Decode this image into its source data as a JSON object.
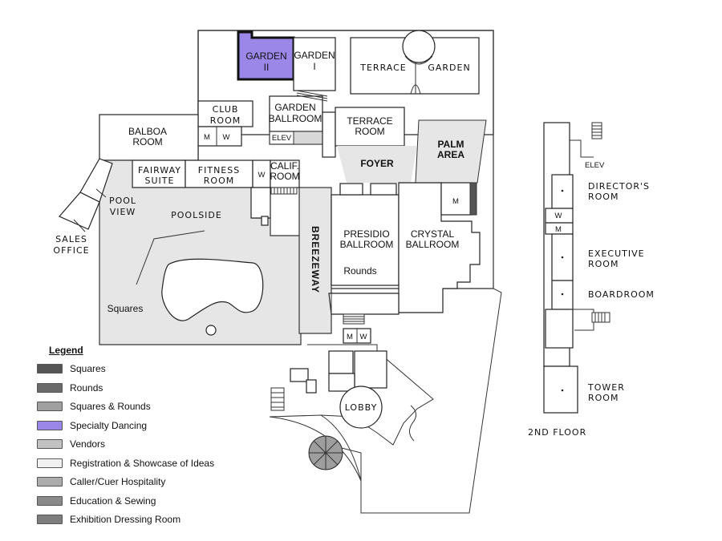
{
  "map": {
    "rooms": {
      "garden2": "GARDEN\nII",
      "garden1": "GARDEN\nI",
      "terrace": "TERRACE",
      "garden_top": "GARDEN",
      "club_room": "CLUB\nROOM",
      "garden_ballroom": "GARDEN\nBALLROOM",
      "elev_main": "ELEV",
      "terrace_room": "TERRACE\nROOM",
      "palm_area": "PALM\nAREA",
      "balboa_room": "BALBOA\nROOM",
      "foyer": "FOYER",
      "fairway_suite": "FAIRWAY\nSUITE",
      "fitness_room": "FITNESS\nROOM",
      "calif_room": "CALIF.\nROOM",
      "pool_view": "POOL\nVIEW",
      "poolside": "POOLSIDE",
      "sales_office": "SALES\nOFFICE",
      "breezeway": "BREEZEWAY",
      "presidio_ballroom": "PRESIDIO\nBALLROOM",
      "crystal_ballroom": "CRYSTAL\nBALLROOM",
      "lobby": "LOBBY",
      "directors_room": "DIRECTOR'S\nROOM",
      "executive_room": "EXECUTIVE\nROOM",
      "boardroom": "BOARDROOM",
      "tower_room": "TOWER\nROOM",
      "elev_2nd": "ELEV",
      "second_floor": "2ND FLOOR"
    },
    "restrooms": {
      "m": "M",
      "w": "W"
    },
    "annotations": {
      "rounds": "Rounds",
      "squares": "Squares"
    },
    "highlight_color": "#9b87e8"
  },
  "legend": {
    "title": "Legend",
    "items": [
      {
        "label": "Squares",
        "color": "#555555"
      },
      {
        "label": "Rounds",
        "color": "#6a6a6a"
      },
      {
        "label": "Squares & Rounds",
        "color": "#a0a0a0"
      },
      {
        "label": "Specialty Dancing",
        "color": "#9b87e8"
      },
      {
        "label": "Vendors",
        "color": "#c2c2c2"
      },
      {
        "label": "Registration & Showcase of Ideas",
        "color": "#f2f2f2"
      },
      {
        "label": "Caller/Cuer Hospitality",
        "color": "#adadad"
      },
      {
        "label": "Education & Sewing",
        "color": "#8a8a8a"
      },
      {
        "label": "Exhibition Dressing Room",
        "color": "#7e7e7e"
      }
    ]
  }
}
